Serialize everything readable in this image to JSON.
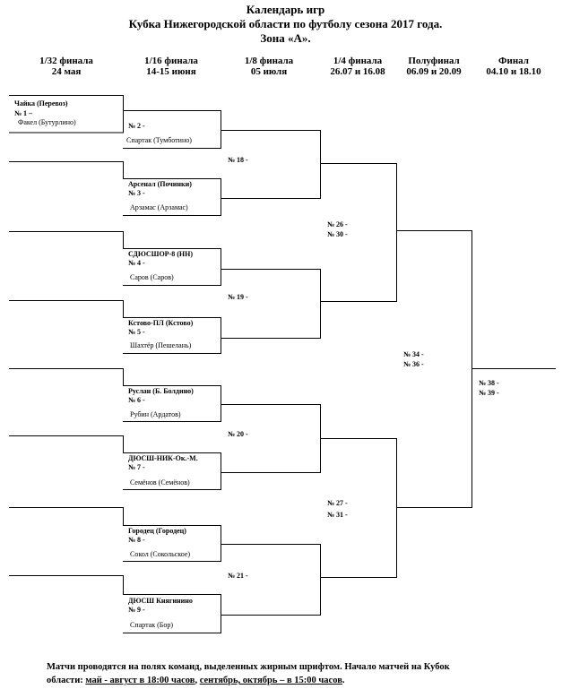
{
  "header": {
    "line1": "Календарь игр",
    "line2": "Кубка Нижегородской области по футболу сезона 2017 года.",
    "line3": "Зона «А»."
  },
  "stages": [
    {
      "name": "1/32 финала",
      "date": "24 мая"
    },
    {
      "name": "1/16 финала",
      "date": "14-15 июня"
    },
    {
      "name": "1/8 финала",
      "date": "05 июля"
    },
    {
      "name": "1/4 финала",
      "date": "26.07 и 16.08"
    },
    {
      "name": "Полуфинал",
      "date": "06.09 и 20.09"
    },
    {
      "name": "Финал",
      "date": "04.10 и 18.10"
    }
  ],
  "r32": {
    "team_a": "Чайка (Перевоз)",
    "match": "№ 1 –",
    "team_b": "Факел (Бутурлино)"
  },
  "r16": [
    {
      "top": "",
      "match": "№ 2 -",
      "bottom": "Спартак (Тумботино)"
    },
    {
      "top": "Арсенал (Починки)",
      "match": "№ 3 -",
      "bottom": "Арзамас (Арзамас)"
    },
    {
      "top": "СДЮСШОР-8 (НН)",
      "match": "№ 4 -",
      "bottom": "Саров (Саров)"
    },
    {
      "top": "Кстово-ПЛ (Кстово)",
      "match": "№ 5 -",
      "bottom": "Шахтёр (Пешелань)"
    },
    {
      "top": "Руслан (Б. Болдино)",
      "match": "№ 6 -",
      "bottom": "Рубин (Ардатов)"
    },
    {
      "top": "ДЮСШ-НИК-Ок.-М.",
      "match": "№ 7 -",
      "bottom": "Семёнов (Семёнов)"
    },
    {
      "top": "Городец (Городец)",
      "match": "№ 8 -",
      "bottom": "Сокол (Сокольское)"
    },
    {
      "top": "ДЮСШ Княгинино",
      "match": "№ 9 -",
      "bottom": "Спартак (Бор)"
    }
  ],
  "r8": [
    "№ 18 -",
    "№ 19 -",
    "№ 20 -",
    "№ 21 -"
  ],
  "qf": [
    {
      "m1": "№ 26 -",
      "m2": "№ 30 -"
    },
    {
      "m1": "№ 27 -",
      "m2": "№ 31 -"
    }
  ],
  "sf": {
    "m1": "№ 34 -",
    "m2": "№ 36 -"
  },
  "final": {
    "m1": "№ 38 -",
    "m2": "№ 39 -"
  },
  "note": {
    "line1": "Матчи проводятся на полях команд, выделенных жирным шрифтом. Начало матчей на Кубок",
    "prefix": "области: ",
    "u1": "май - август в 18:00 часов",
    "mid": ", ",
    "u2": "сентябрь, октябрь – в 15:00  часов",
    "suffix": "."
  }
}
